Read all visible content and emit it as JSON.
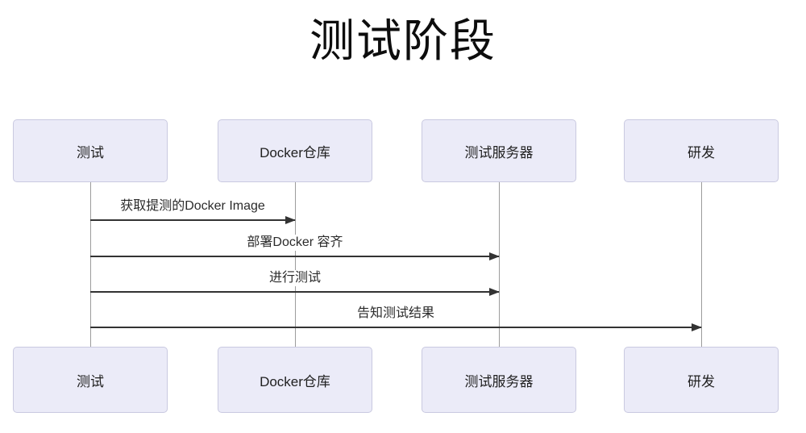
{
  "title": "测试阶段",
  "colors": {
    "background": "#ffffff",
    "actor_fill": "#ebebf8",
    "actor_border": "#c9c9e0",
    "arrow": "#333333",
    "lifeline": "#9c9c9c",
    "text": "#1f1f1f"
  },
  "actors": [
    {
      "label": "测试"
    },
    {
      "label": "Docker仓库"
    },
    {
      "label": "测试服务器"
    },
    {
      "label": "研发"
    }
  ],
  "messages": [
    {
      "label": "获取提测的Docker Image",
      "from": "测试",
      "to": "Docker仓库"
    },
    {
      "label": "部署Docker 容齐",
      "from": "测试",
      "to": "测试服务器"
    },
    {
      "label": "进行测试",
      "from": "测试",
      "to": "测试服务器"
    },
    {
      "label": "告知测试结果",
      "from": "测试",
      "to": "研发"
    }
  ]
}
